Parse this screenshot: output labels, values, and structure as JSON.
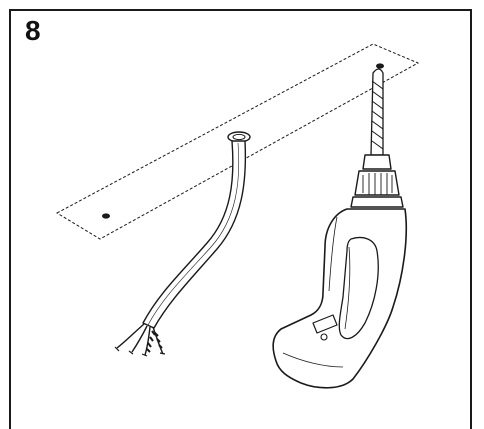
{
  "step": {
    "number": "8"
  },
  "illustration": {
    "items": [
      "mounting-template",
      "power-cable",
      "power-drill"
    ],
    "line_color": "#1a1a1a",
    "fill_color": "#ffffff"
  }
}
